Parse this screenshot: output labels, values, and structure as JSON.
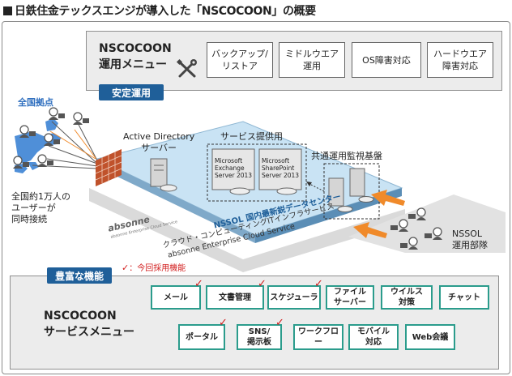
{
  "title": "日鉄住金テックスエンジが導入した「NSCOCOON」の概要",
  "ops_menu": {
    "title": "NSCOCOON\n運用メニュー",
    "wrench_icon": "wrench-screwdriver-icon",
    "buttons": [
      "バックアップ/\nリストア",
      "ミドルウエア\n運用",
      "OS障害対応",
      "ハードウエア\n障害対応"
    ]
  },
  "stable_tag": "安定運用",
  "sites": {
    "label": "全国拠点",
    "users": "全国約1万人の\nユーザーが\n同時接続"
  },
  "ad": {
    "label": "Active Directory\nサーバー"
  },
  "service": {
    "label": "サービス提供用",
    "servers": [
      "Microsoft\nExchange\nServer 2013",
      "Microsoft\nSharePoint\nServer 2013"
    ]
  },
  "monitor": {
    "label": "共通運用監視基盤"
  },
  "datacenter": {
    "label": "NSSOL 国内最新鋭データセンター"
  },
  "cloud": {
    "line1": "クラウド・コンピューティングITインフラサービス",
    "line2": "absonne Enterprise Cloud Service"
  },
  "absonne": {
    "logo": "absonne",
    "tagline": "absonne Enterprise Cloud Service"
  },
  "ops_team": {
    "label": "NSSOL\n運用部隊"
  },
  "rich_tag": "豊富な機能",
  "note": {
    "check": "✓",
    "text": "：今回採用機能"
  },
  "svc_menu": {
    "title": "NSCOCOON\nサービスメニュー",
    "items": [
      {
        "label": "メール",
        "checked": true
      },
      {
        "label": "文書管理",
        "checked": true
      },
      {
        "label": "スケジューラ",
        "checked": true
      },
      {
        "label": "ファイル\nサーバー",
        "checked": false
      },
      {
        "label": "ウイルス\n対策",
        "checked": false
      },
      {
        "label": "チャット",
        "checked": false
      },
      {
        "label": "ポータル",
        "checked": true
      },
      {
        "label": "SNS/\n掲示板",
        "checked": true
      },
      {
        "label": "ワークフロー",
        "checked": false
      },
      {
        "label": "モバイル\n対応",
        "checked": false
      },
      {
        "label": "Web会議",
        "checked": false
      }
    ]
  },
  "colors": {
    "accent": "#1f5f99",
    "teal": "#2b9c8c",
    "check": "#d21d1d",
    "arrow": "#f08a2a",
    "map": "#4f8fd8"
  }
}
